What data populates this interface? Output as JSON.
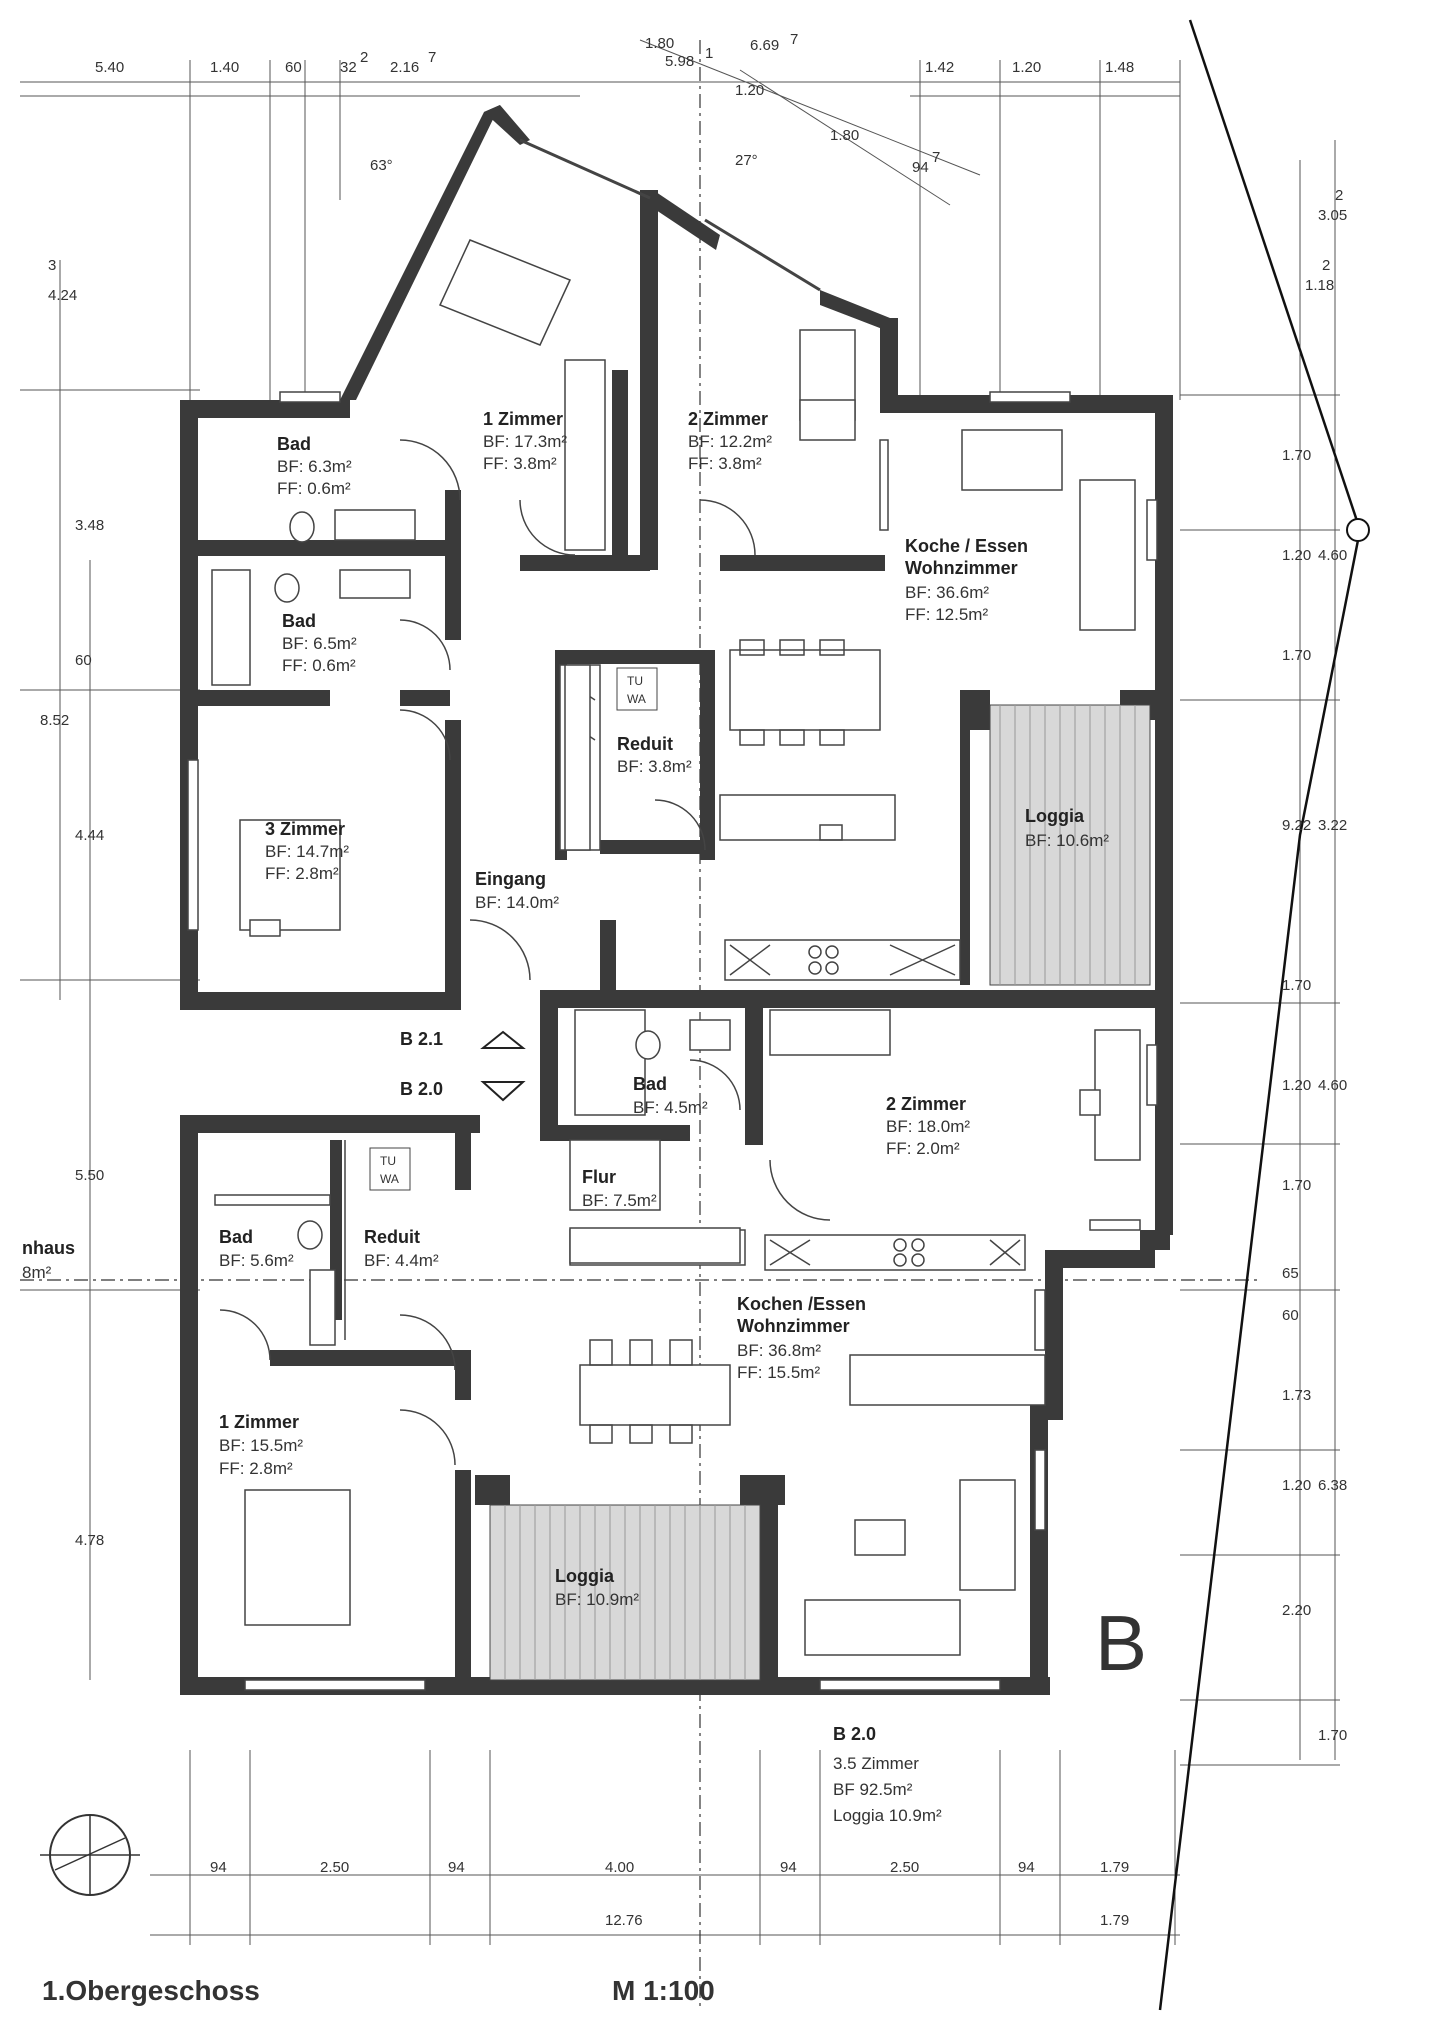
{
  "title": "1.Obergeschoss",
  "scale": "M 1:100",
  "building_letter": "B",
  "stair_up_label": "B 2.1",
  "stair_down_label": "B 2.0",
  "neighbor_label": "nhaus",
  "neighbor_area": "8m²",
  "apartment": {
    "id": "B 2.0",
    "rooms": "3.5 Zimmer",
    "bf": "BF 92.5m²",
    "loggia": "Loggia 10.9m²"
  },
  "rooms_upper": [
    {
      "name": "Bad",
      "bf": "BF: 6.3m²",
      "ff": "FF: 0.6m²"
    },
    {
      "name": "1 Zimmer",
      "bf": "BF: 17.3m²",
      "ff": "FF: 3.8m²"
    },
    {
      "name": "2 Zimmer",
      "bf": "BF: 12.2m²",
      "ff": "FF: 3.8m²"
    },
    {
      "name": "Koche / Essen",
      "name2": "Wohnzimmer",
      "bf": "BF: 36.6m²",
      "ff": "FF: 12.5m²"
    },
    {
      "name": "Bad",
      "bf": "BF: 6.5m²",
      "ff": "FF: 0.6m²"
    },
    {
      "name": "Reduit",
      "bf": "BF: 3.8m²"
    },
    {
      "name": "Loggia",
      "bf": "BF: 10.6m²"
    },
    {
      "name": "3 Zimmer",
      "bf": "BF: 14.7m²",
      "ff": "FF: 2.8m²"
    },
    {
      "name": "Eingang",
      "bf": "BF: 14.0m²"
    }
  ],
  "rooms_lower": [
    {
      "name": "Bad",
      "bf": "BF: 4.5m²"
    },
    {
      "name": "2 Zimmer",
      "bf": "BF: 18.0m²",
      "ff": "FF: 2.0m²"
    },
    {
      "name": "Bad",
      "bf": "BF: 5.6m²"
    },
    {
      "name": "Reduit",
      "bf": "BF: 4.4m²"
    },
    {
      "name": "Flur",
      "bf": "BF: 7.5m²"
    },
    {
      "name": "Kochen /Essen",
      "name2": "Wohnzimmer",
      "bf": "BF: 36.8m²",
      "ff": "FF: 15.5m²"
    },
    {
      "name": "1 Zimmer",
      "bf": "BF: 15.5m²",
      "ff": "FF: 2.8m²"
    },
    {
      "name": "Loggia",
      "bf": "BF: 10.9m²"
    }
  ],
  "tuwa": [
    "TU",
    "WA"
  ],
  "dims_top": [
    "5.40",
    "1.40",
    "60",
    "32",
    "2",
    "2.16",
    "7",
    "1.80",
    "5.98",
    "1",
    "6.69",
    "7",
    "1.20",
    "1.80",
    "94",
    "7",
    "1.42",
    "1.20",
    "1.48"
  ],
  "angles": [
    "63°",
    "27°"
  ],
  "dims_left": [
    "4.24",
    "3",
    "3.48",
    "60",
    "8.52",
    "4.44",
    "5.50",
    "4.78"
  ],
  "dims_right_inner": [
    "1.70",
    "1.20",
    "1.70",
    "3.22",
    "1.70",
    "1.20",
    "1.70",
    "65",
    "60",
    "1.73",
    "1.20",
    "2.20",
    "1.70"
  ],
  "dims_right_outer": [
    "3.05",
    "2",
    "1.18",
    "2",
    "4.60",
    "9.22",
    "4.60",
    "6.38"
  ],
  "dims_bottom": [
    "94",
    "2.50",
    "94",
    "4.00",
    "94",
    "2.50",
    "94",
    "1.79"
  ],
  "dims_bottom2": [
    "12.76",
    "1.79"
  ]
}
